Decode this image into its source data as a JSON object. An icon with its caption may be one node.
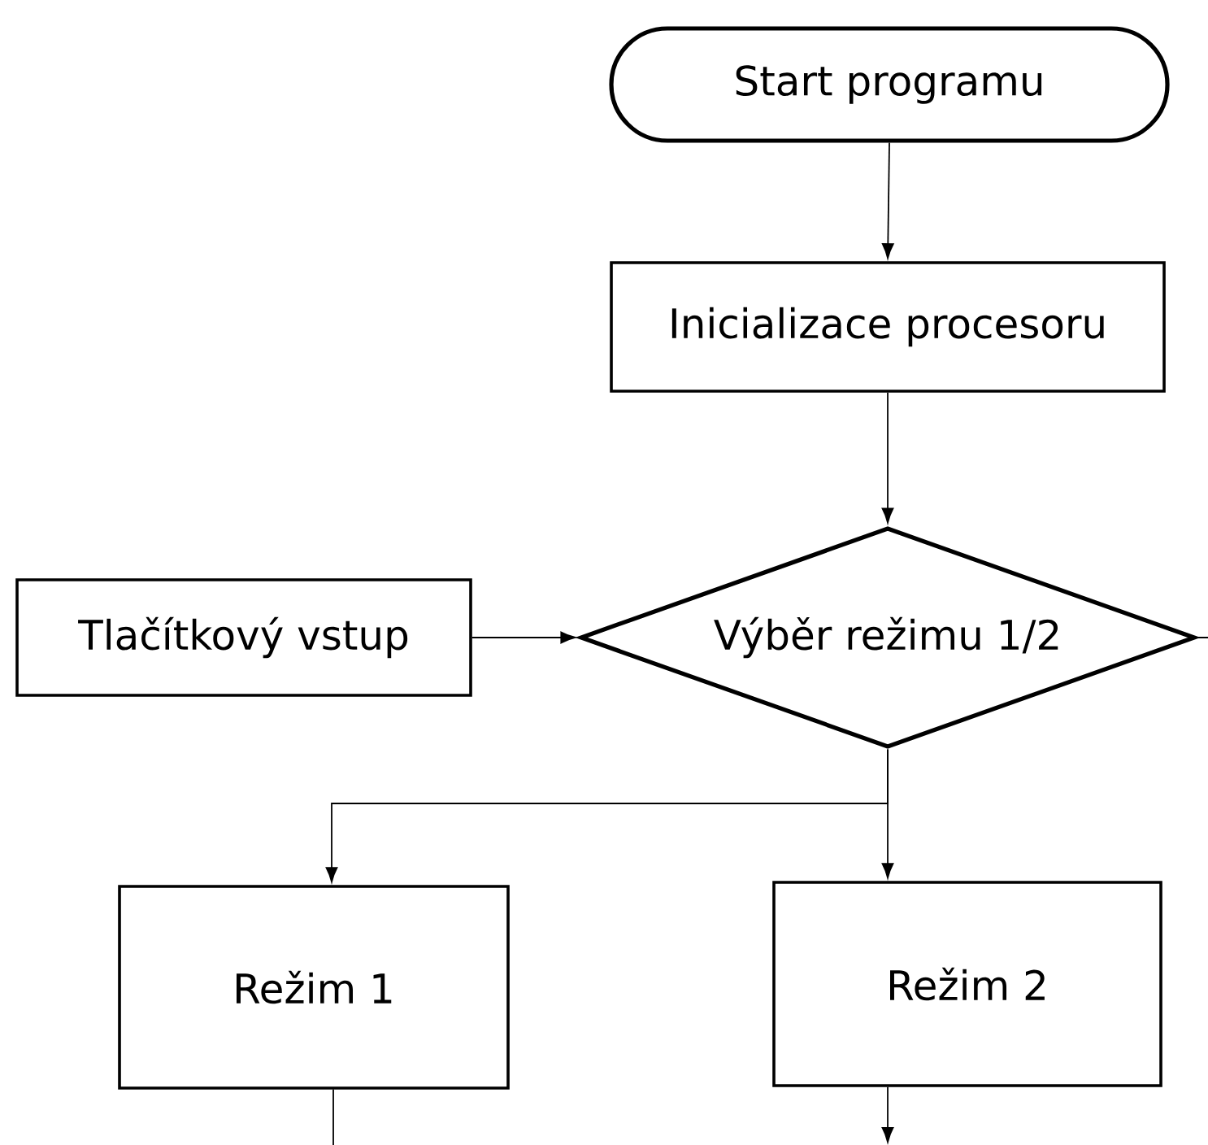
{
  "diagram": {
    "nodes": [
      {
        "text": [
          "Start programu"
        ]
      },
      {
        "text": [
          "Inicializace procesoru"
        ]
      },
      {
        "text": [
          "Výběr režimu 1/2"
        ]
      },
      {
        "text": [
          "Tlačítkový vstup"
        ]
      },
      {
        "text": [
          "Režim 1"
        ]
      },
      {
        "text": [
          "Režim 2"
        ]
      }
    ],
    "edges": [
      {
        "from": 0,
        "to": 1,
        "arrow": "to"
      },
      {
        "from": 1,
        "to": 2,
        "arrow": "to"
      },
      {
        "from": 3,
        "to": 2,
        "arrow": "to"
      },
      {
        "from": 2,
        "to": 4,
        "arrow": "to"
      },
      {
        "from": 2,
        "to": 5,
        "arrow": "to"
      },
      {
        "from": 2,
        "to": null,
        "arrow": "none"
      },
      {
        "from": 4,
        "to": null,
        "arrow": "none"
      },
      {
        "from": 5,
        "to": null,
        "arrow": "to"
      }
    ]
  }
}
